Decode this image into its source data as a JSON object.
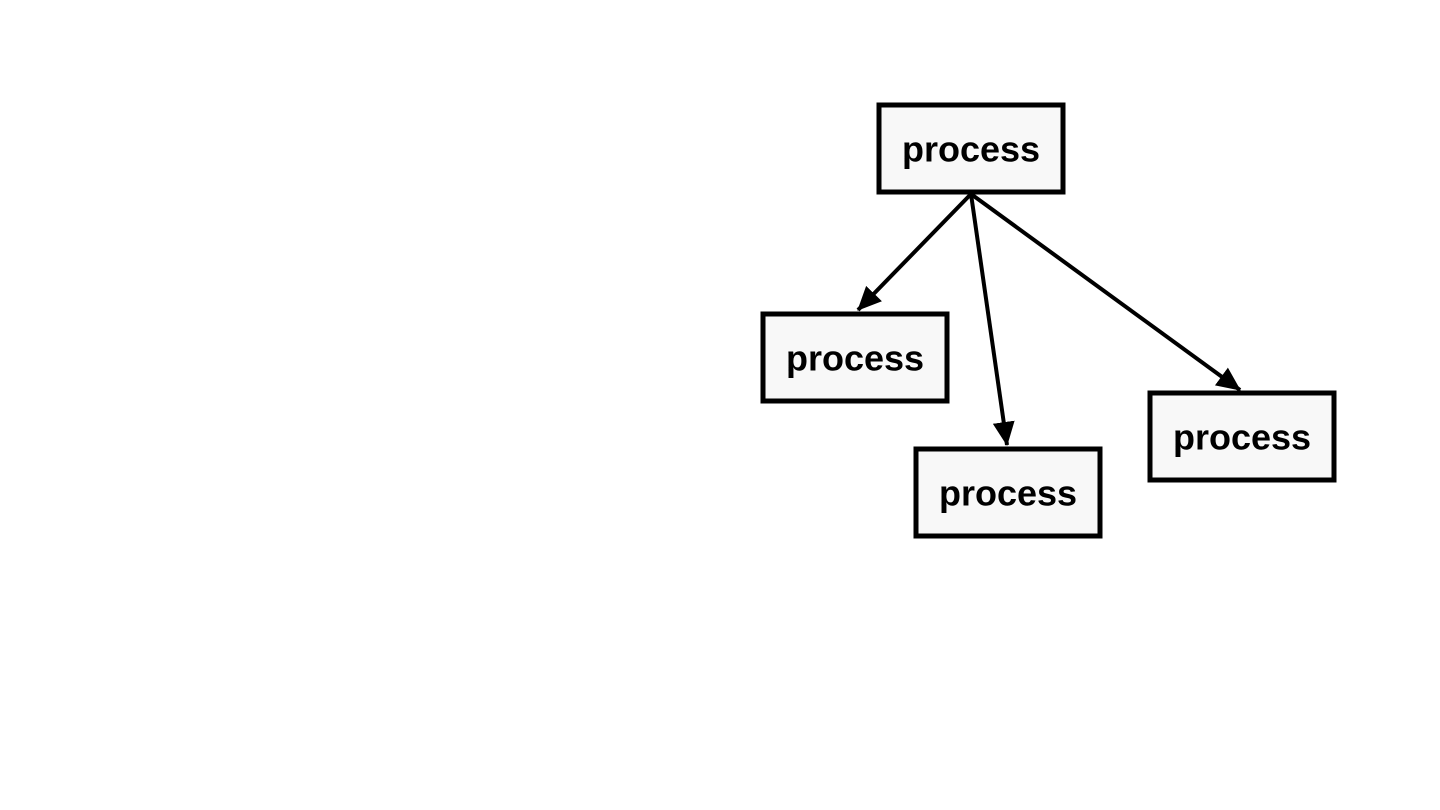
{
  "diagram": {
    "type": "tree",
    "nodes": [
      {
        "id": "root",
        "label": "process"
      },
      {
        "id": "child-left",
        "label": "process"
      },
      {
        "id": "child-middle",
        "label": "process"
      },
      {
        "id": "child-right",
        "label": "process"
      }
    ],
    "edges": [
      {
        "from": "root",
        "to": "child-left"
      },
      {
        "from": "root",
        "to": "child-middle"
      },
      {
        "from": "root",
        "to": "child-right"
      }
    ],
    "colors": {
      "node_fill": "#f8f8f8",
      "stroke": "#000000",
      "background": "#ffffff"
    }
  }
}
